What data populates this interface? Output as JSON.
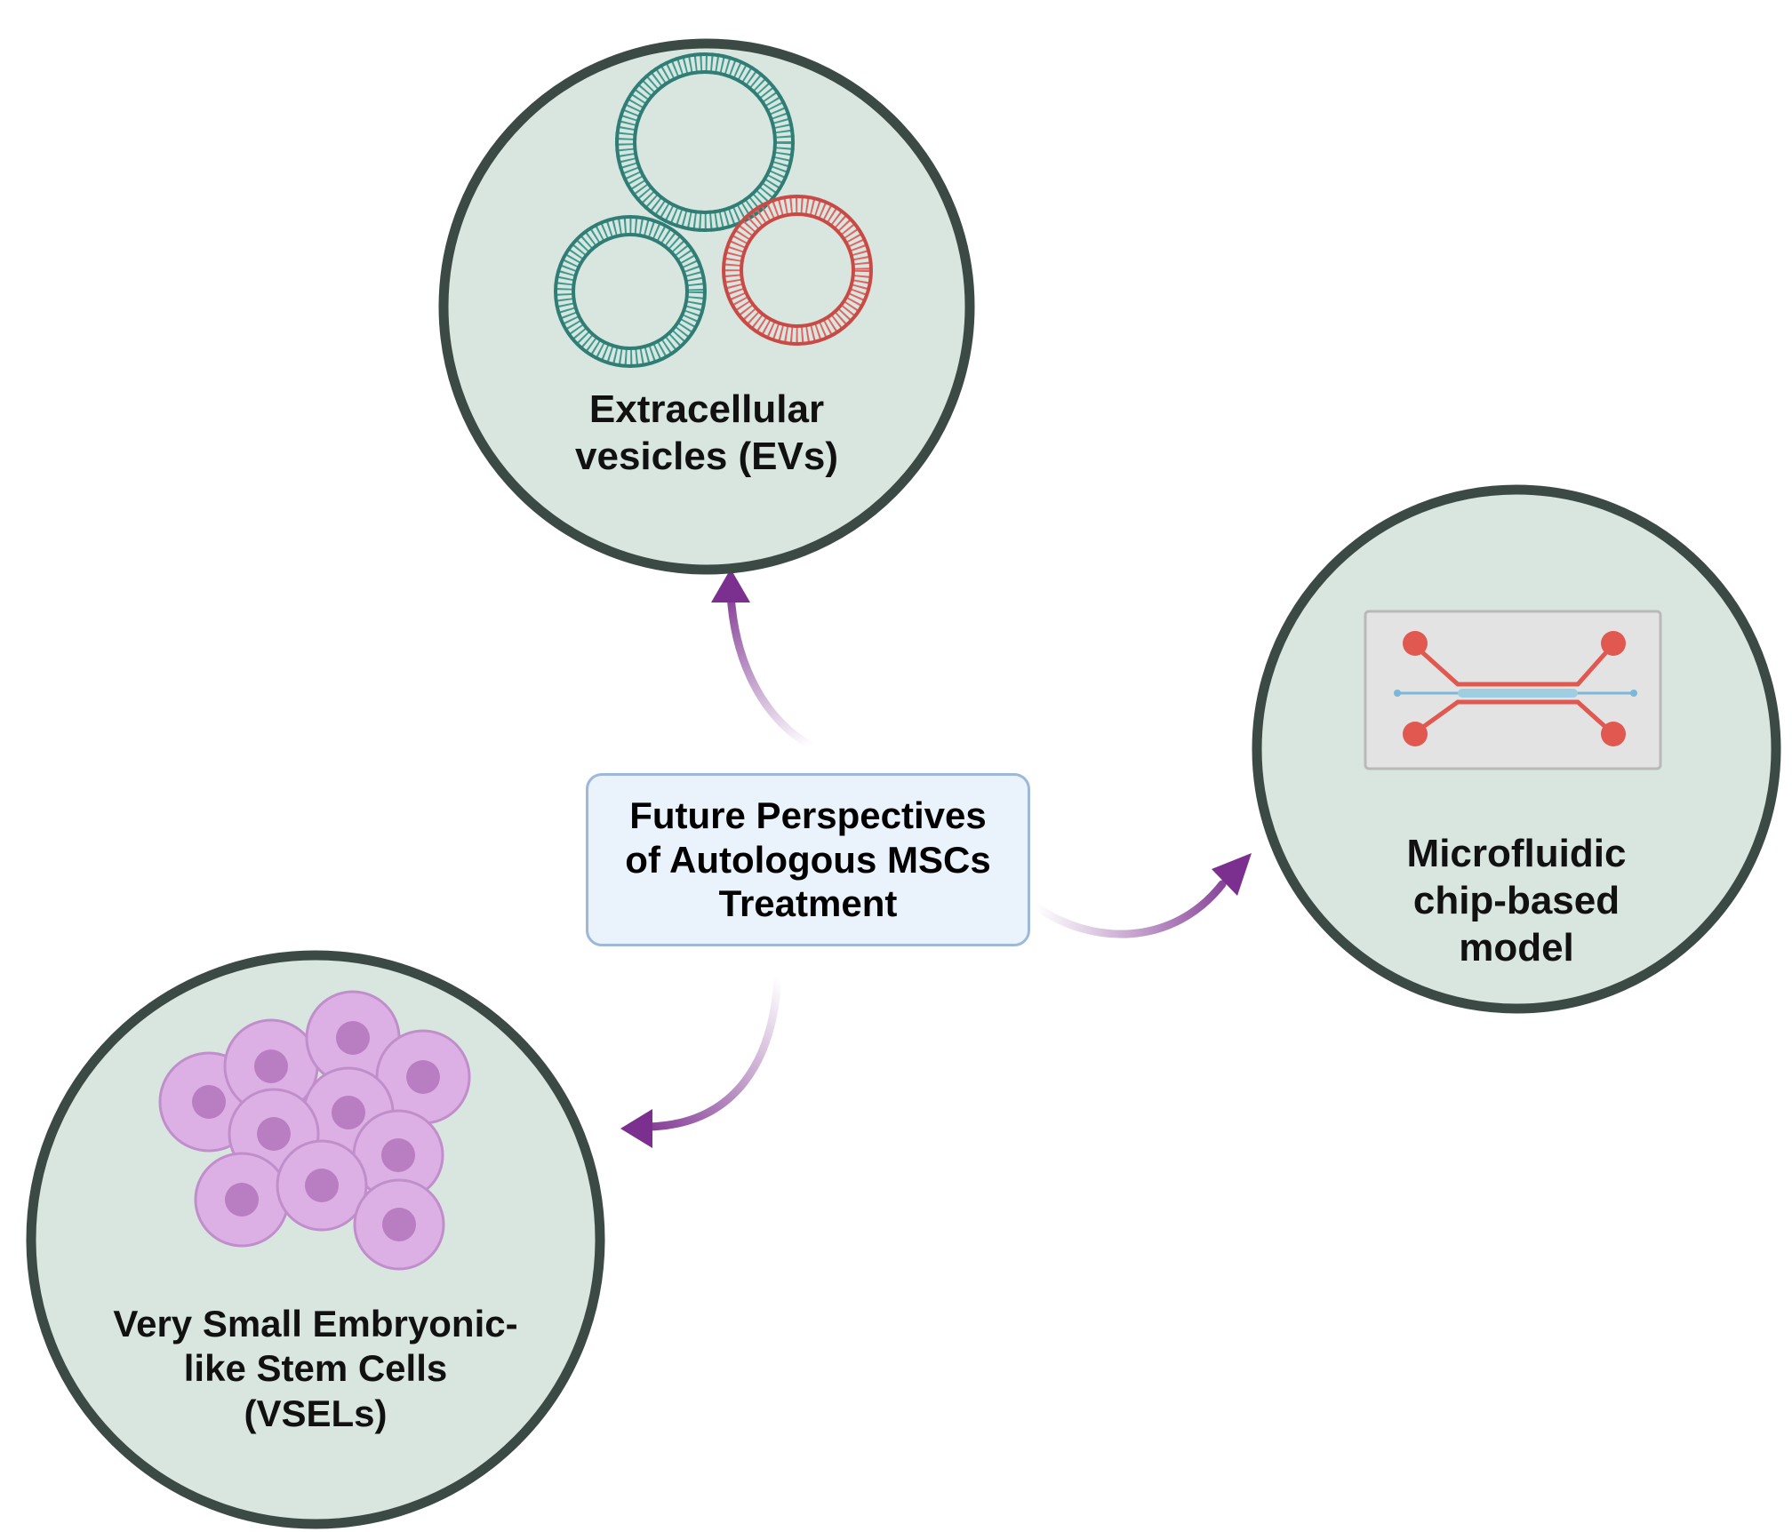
{
  "center": {
    "lines": [
      "Future Perspectives",
      "of Autologous MSCs",
      "Treatment"
    ]
  },
  "nodes": {
    "evs": {
      "lines": [
        "Extracellular",
        "vesicles (EVs)"
      ],
      "icon": "vesicle-icon"
    },
    "microfluidic": {
      "lines": [
        "Microfluidic",
        "chip-based",
        "model"
      ],
      "icon": "microfluidic-chip-icon"
    },
    "vsels": {
      "lines": [
        "Very Small Embryonic-",
        "like Stem Cells",
        "(VSELs)"
      ],
      "icon": "stem-cells-icon"
    }
  },
  "colors": {
    "circle_fill": "#d9e6e0",
    "circle_stroke": "#3c4a45",
    "arrow": "#7b2f8e",
    "box_fill": "#eaf2fb",
    "box_stroke": "#9db8d8",
    "vesicle_teal": "#3e9a90",
    "vesicle_red": "#e0645f",
    "cell_fill": "#dcb0e4",
    "cell_nucleus": "#b97dc2",
    "chip_channel": "#e0584f",
    "chip_blue": "#79b8d8"
  }
}
